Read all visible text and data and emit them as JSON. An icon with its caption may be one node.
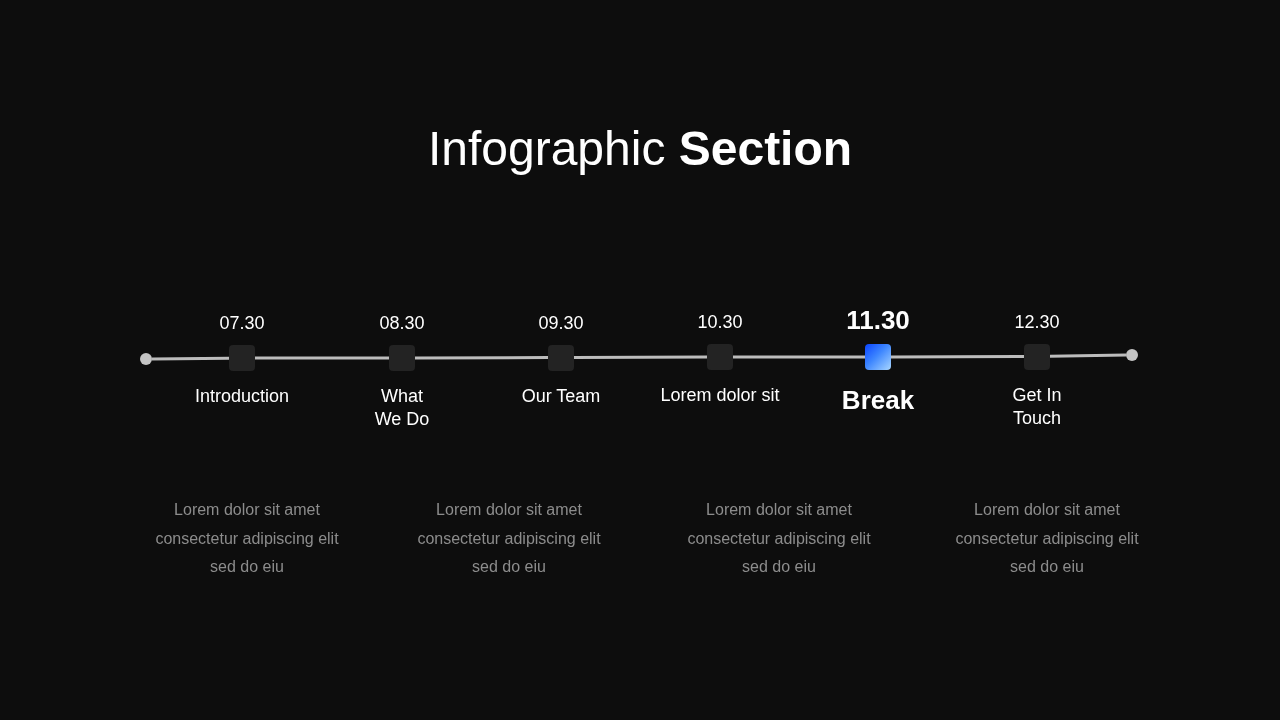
{
  "diagram": {
    "title": "Infographic **Section**",
    "nodes": [
      {
        "text": [],
        "shape": "circle"
      },
      {
        "text": [
          "07.30",
          "Introduction"
        ]
      },
      {
        "text": [
          "08.30",
          "What We Do"
        ]
      },
      {
        "text": [
          "09.30",
          "Our Team"
        ]
      },
      {
        "text": [
          "10.30",
          "Lorem dolor sit"
        ]
      },
      {
        "text": [
          "11.30",
          "Break"
        ]
      },
      {
        "text": [
          "12.30",
          "Get In Touch"
        ]
      },
      {
        "text": [],
        "shape": "circle"
      }
    ],
    "edges": [
      {
        "from": 0,
        "to": 1,
        "arrow": "none"
      },
      {
        "from": 1,
        "to": 2,
        "arrow": "none"
      },
      {
        "from": 2,
        "to": 3,
        "arrow": "none"
      },
      {
        "from": 3,
        "to": 4,
        "arrow": "none"
      },
      {
        "from": 4,
        "to": 5,
        "arrow": "none"
      },
      {
        "from": 5,
        "to": 6,
        "arrow": "none"
      },
      {
        "from": 6,
        "to": 7,
        "arrow": "none"
      }
    ],
    "labels": [
      "Lorem dolor sit amet consectetur adipiscing elit sed do eiu",
      "Lorem dolor sit amet consectetur adipiscing elit sed do eiu",
      "Lorem dolor sit amet consectetur adipiscing elit sed do eiu",
      "Lorem dolor sit amet consectetur adipiscing elit sed do eiu"
    ]
  }
}
